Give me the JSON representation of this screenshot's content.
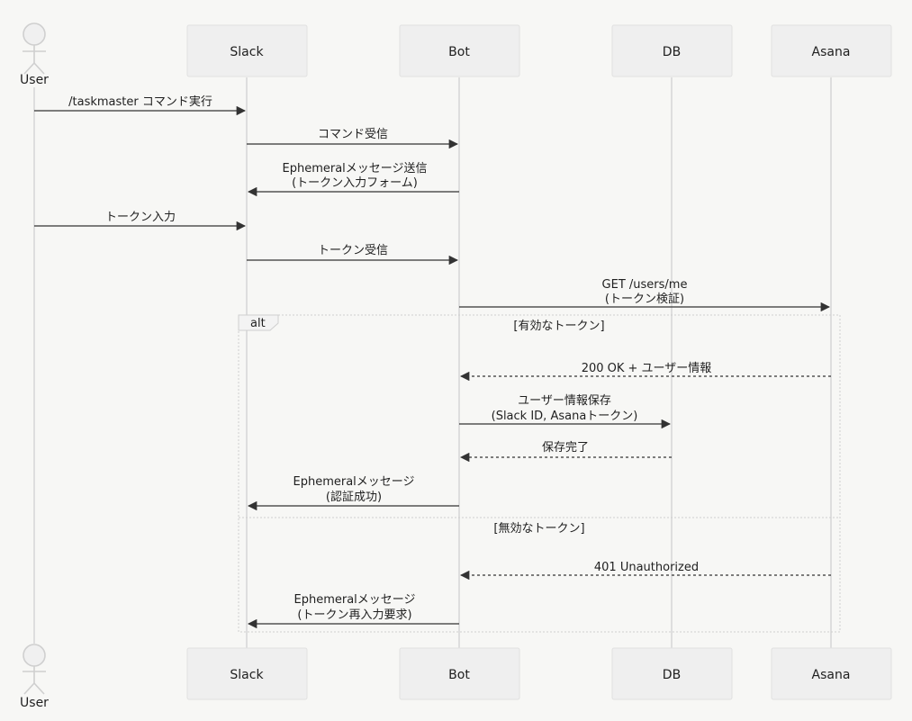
{
  "participants": {
    "user": "User",
    "slack": "Slack",
    "bot": "Bot",
    "db": "DB",
    "asana": "Asana"
  },
  "messages": [
    {
      "id": "m1",
      "lines": [
        "/taskmaster コマンド実行"
      ],
      "style": "solid"
    },
    {
      "id": "m2",
      "lines": [
        "コマンド受信"
      ],
      "style": "solid"
    },
    {
      "id": "m3",
      "lines": [
        "Ephemeralメッセージ送信",
        "(トークン入力フォーム)"
      ],
      "style": "solid"
    },
    {
      "id": "m4",
      "lines": [
        "トークン入力"
      ],
      "style": "solid"
    },
    {
      "id": "m5",
      "lines": [
        "トークン受信"
      ],
      "style": "solid"
    },
    {
      "id": "m6",
      "lines": [
        "GET /users/me",
        "(トークン検証)"
      ],
      "style": "solid"
    },
    {
      "id": "m7",
      "lines": [
        "200 OK + ユーザー情報"
      ],
      "style": "dashed"
    },
    {
      "id": "m8",
      "lines": [
        "ユーザー情報保存",
        "(Slack ID, Asanaトークン)"
      ],
      "style": "solid"
    },
    {
      "id": "m9",
      "lines": [
        "保存完了"
      ],
      "style": "dashed"
    },
    {
      "id": "m10",
      "lines": [
        "Ephemeralメッセージ",
        "(認証成功)"
      ],
      "style": "solid"
    },
    {
      "id": "m11",
      "lines": [
        "401 Unauthorized"
      ],
      "style": "dashed"
    },
    {
      "id": "m12",
      "lines": [
        "Ephemeralメッセージ",
        "(トークン再入力要求)"
      ],
      "style": "solid"
    }
  ],
  "alt_frame": {
    "label": "alt",
    "guard_valid": "[有効なトークン]",
    "guard_invalid": "[無効なトークン]"
  }
}
